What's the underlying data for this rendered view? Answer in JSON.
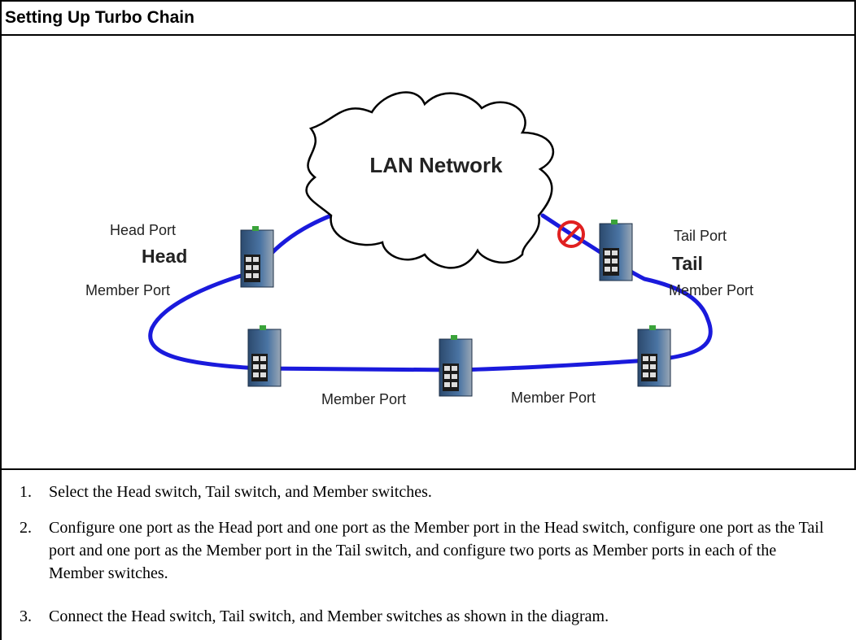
{
  "section_title": "Setting Up Turbo Chain",
  "diagram": {
    "cloud_label": "LAN Network",
    "head": {
      "port_label": "Head Port",
      "name": "Head",
      "member_label": "Member Port"
    },
    "tail": {
      "port_label": "Tail Port",
      "name": "Tail",
      "member_label": "Member Port"
    },
    "bottom_member_labels": [
      "Member Port",
      "Member Port"
    ],
    "colors": {
      "cable": "#1a1adc",
      "block_icon": "#e02020",
      "switch_body": "#3b5f8a"
    }
  },
  "steps": [
    {
      "number": "1.",
      "text": "Select the Head switch, Tail switch, and Member switches."
    },
    {
      "number": "2.",
      "text": "Configure one port as the Head port and one port as the Member port in the Head switch, configure one port as the Tail port and one port as the Member port in the Tail switch, and configure two ports as Member ports in each of the Member switches."
    },
    {
      "number": "3.",
      "text": "Connect the Head switch, Tail switch, and Member switches as shown in the diagram."
    }
  ]
}
